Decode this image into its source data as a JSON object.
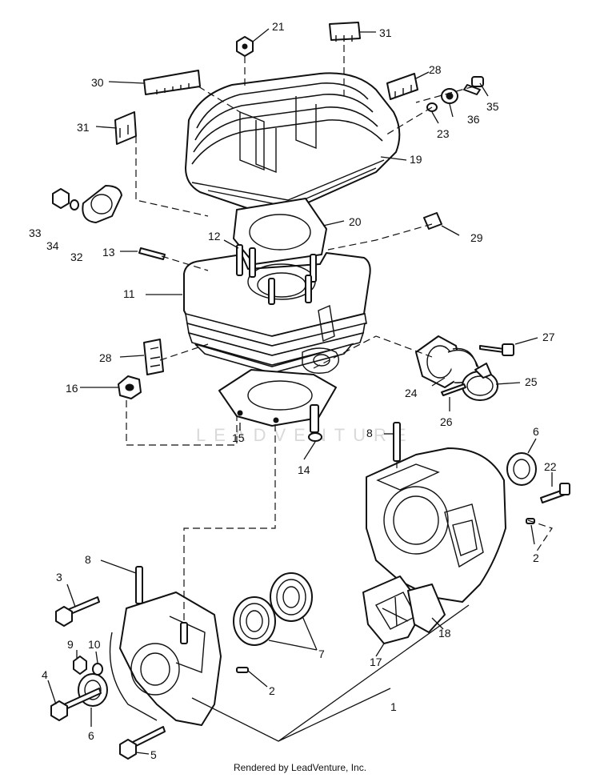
{
  "callouts": {
    "c1": "1",
    "c2a": "2",
    "c2b": "2",
    "c3": "3",
    "c4": "4",
    "c5": "5",
    "c6a": "6",
    "c6b": "6",
    "c7": "7",
    "c8a": "8",
    "c8b": "8",
    "c9": "9",
    "c10": "10",
    "c11": "11",
    "c12": "12",
    "c13": "13",
    "c14": "14",
    "c15": "15",
    "c16": "16",
    "c17": "17",
    "c18": "18",
    "c19": "19",
    "c20": "20",
    "c21": "21",
    "c22": "22",
    "c23": "23",
    "c24": "24",
    "c25": "25",
    "c26": "26",
    "c27": "27",
    "c28a": "28",
    "c28b": "28",
    "c29": "29",
    "c30": "30",
    "c31a": "31",
    "c31b": "31",
    "c32": "32",
    "c33": "33",
    "c34": "34",
    "c35": "35",
    "c36": "36"
  },
  "watermark": "LEADVENTURE",
  "footer": "Rendered by LeadVenture, Inc."
}
